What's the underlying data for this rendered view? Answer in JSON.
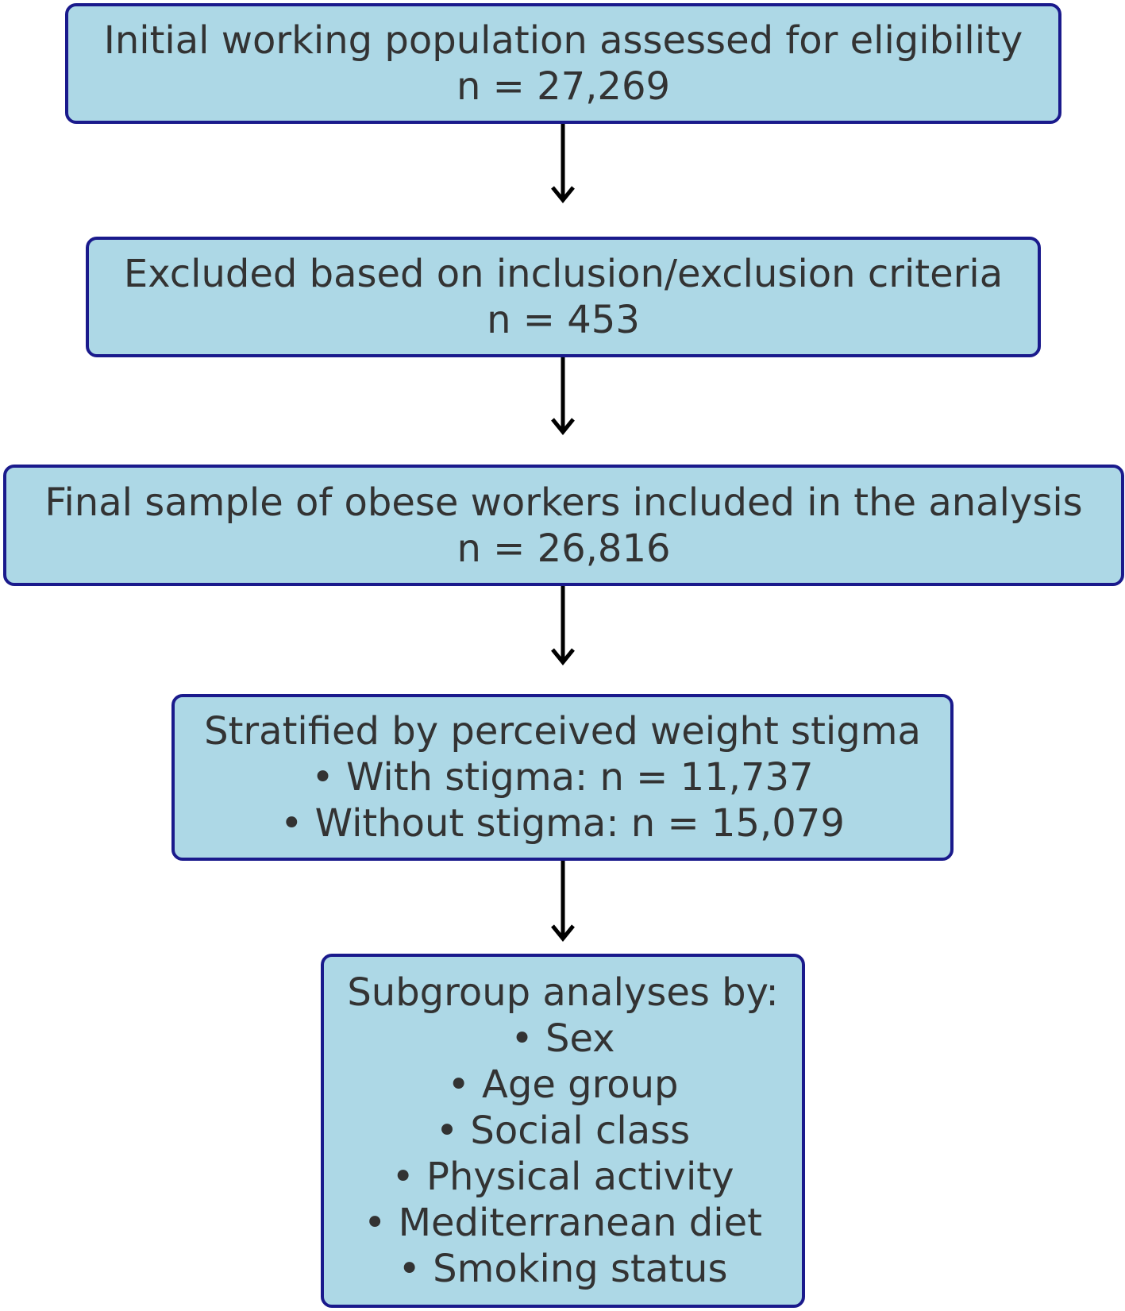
{
  "flowchart": {
    "nodes": [
      {
        "id": "initial-population",
        "lines": [
          "Initial working population assessed for eligibility",
          "n = 27,269"
        ]
      },
      {
        "id": "excluded",
        "lines": [
          "Excluded based on inclusion/exclusion criteria",
          "n = 453"
        ]
      },
      {
        "id": "final-sample",
        "lines": [
          "Final sample of obese workers included in the analysis",
          "n = 26,816"
        ]
      },
      {
        "id": "stratified",
        "lines": [
          "Stratified by perceived weight stigma",
          "• With stigma: n = 11,737",
          "• Without stigma: n = 15,079"
        ]
      },
      {
        "id": "subgroup-analyses",
        "lines": [
          "Subgroup analyses by:",
          "• Sex",
          "• Age group",
          "• Social class",
          "• Physical activity",
          "• Mediterranean diet",
          "• Smoking status"
        ]
      }
    ],
    "edges": [
      {
        "from": "initial-population",
        "to": "excluded"
      },
      {
        "from": "excluded",
        "to": "final-sample"
      },
      {
        "from": "final-sample",
        "to": "stratified"
      },
      {
        "from": "stratified",
        "to": "subgroup-analyses"
      }
    ],
    "colors": {
      "box_fill": "#add8e6",
      "box_border": "#1a1a8c",
      "text": "#333333",
      "arrow": "#000000"
    }
  }
}
